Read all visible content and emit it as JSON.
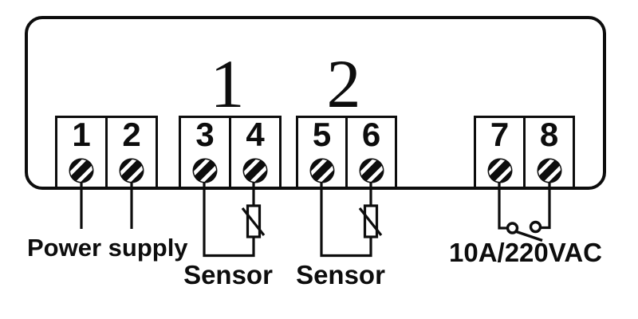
{
  "diagram": {
    "title": "temperature-controller-terminal-wiring",
    "channel_labels": [
      {
        "label": "1"
      },
      {
        "label": "2"
      }
    ],
    "terminal_groups": [
      {
        "id": "power",
        "terminals": [
          "1",
          "2"
        ],
        "label": "Power supply"
      },
      {
        "id": "sensor-1",
        "terminals": [
          "3",
          "4"
        ],
        "label": "Sensor"
      },
      {
        "id": "sensor-2",
        "terminals": [
          "5",
          "6"
        ],
        "label": "Sensor"
      },
      {
        "id": "relay-output",
        "terminals": [
          "7",
          "8"
        ],
        "label": "10A/220VAC"
      }
    ],
    "icons": {
      "screw_terminal": "hatched-screw-head",
      "thermistor": "temperature-sensor-element",
      "relay_contact": "normally-open-contact"
    },
    "colors": {
      "line": "#0d0d0d",
      "background": "#ffffff"
    }
  }
}
